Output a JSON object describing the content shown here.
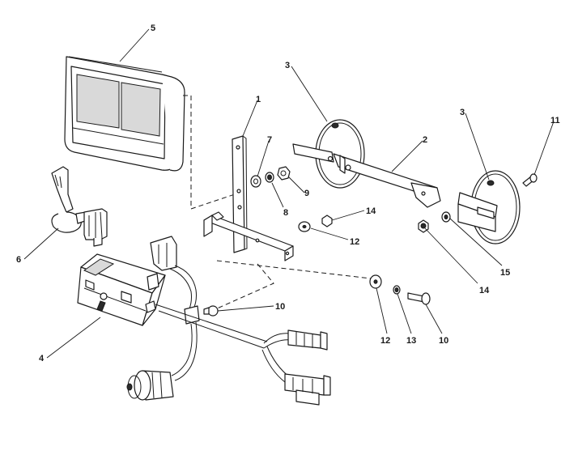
{
  "diagram": {
    "callouts": [
      {
        "id": "c5",
        "text": "5"
      },
      {
        "id": "c1",
        "text": "1"
      },
      {
        "id": "c3a",
        "text": "3"
      },
      {
        "id": "c3b",
        "text": "3"
      },
      {
        "id": "c2",
        "text": "2"
      },
      {
        "id": "c11",
        "text": "11"
      },
      {
        "id": "c7",
        "text": "7"
      },
      {
        "id": "c8",
        "text": "8"
      },
      {
        "id": "c9",
        "text": "9"
      },
      {
        "id": "c14a",
        "text": "14"
      },
      {
        "id": "c12a",
        "text": "12"
      },
      {
        "id": "c14b",
        "text": "14"
      },
      {
        "id": "c15",
        "text": "15"
      },
      {
        "id": "c6",
        "text": "6"
      },
      {
        "id": "c10a",
        "text": "10"
      },
      {
        "id": "c4",
        "text": "4"
      },
      {
        "id": "c12b",
        "text": "12"
      },
      {
        "id": "c13",
        "text": "13"
      },
      {
        "id": "c10b",
        "text": "10"
      }
    ]
  }
}
